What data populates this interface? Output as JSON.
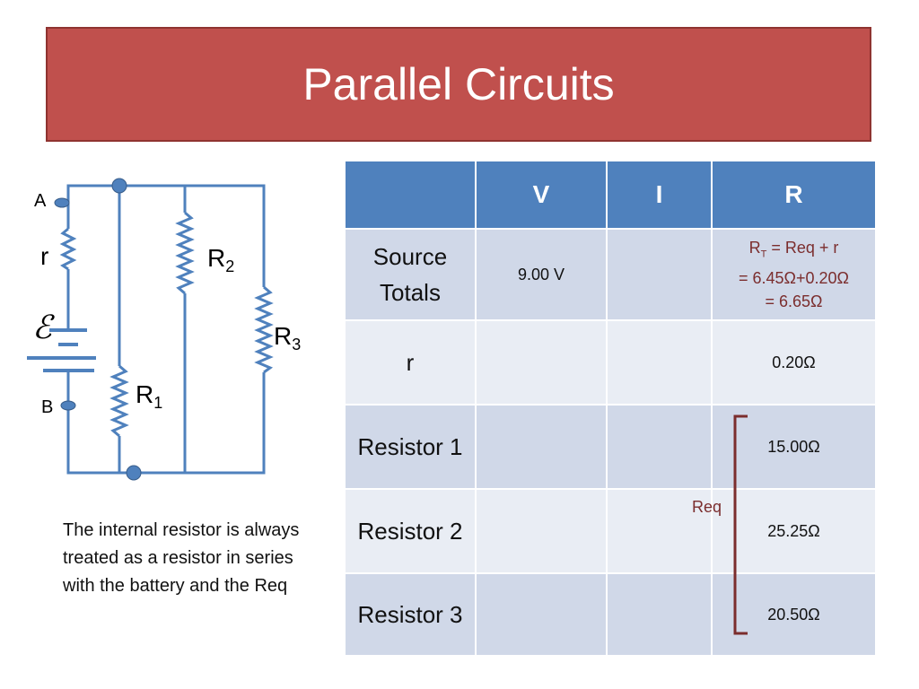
{
  "title": "Parallel Circuits",
  "diagram": {
    "node_a": "A",
    "node_b": "B",
    "internal_r": "r",
    "emf": "ℰ",
    "r1": "R",
    "r1_sub": "1",
    "r2": "R",
    "r2_sub": "2",
    "r3": "R",
    "r3_sub": "3"
  },
  "note": "The internal resistor is always treated  as a resistor in series with the battery and the Req",
  "table": {
    "headers": [
      "",
      "V",
      "I",
      "R"
    ],
    "rows": [
      {
        "label": "Source Totals",
        "v": "9.00 V",
        "i": "",
        "r": ""
      },
      {
        "label": "r",
        "v": "",
        "i": "",
        "r": "0.20Ω"
      },
      {
        "label": "Resistor 1",
        "v": "",
        "i": "",
        "r": "15.00Ω"
      },
      {
        "label": "Resistor 2",
        "v": "",
        "i": "",
        "r": "25.25Ω"
      },
      {
        "label": "Resistor 3",
        "v": "",
        "i": "",
        "r": "20.50Ω"
      }
    ],
    "rt": {
      "r": "R",
      "sub": "T",
      "line1_rest": " = Req + r",
      "line2": "= 6.45Ω+0.20Ω",
      "line3": "= 6.65Ω"
    },
    "req_label": "Req"
  },
  "colors": {
    "title_bg": "#c0504d",
    "header_bg": "#4f81bd",
    "wire": "#4f81bd",
    "formula": "#7b2d2d"
  }
}
